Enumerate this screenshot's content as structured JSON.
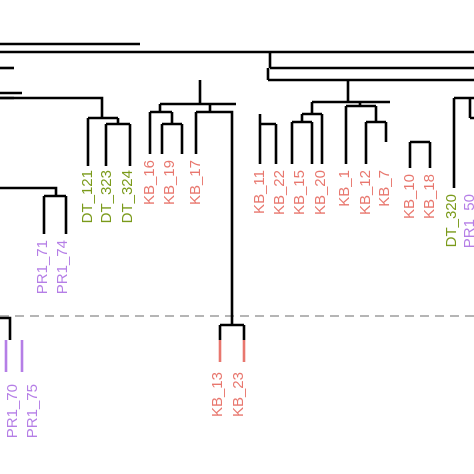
{
  "colors": {
    "branch": "#000000",
    "dt": "#7a9a1a",
    "kb": "#e8776e",
    "pr": "#b57ee6",
    "cutline": "#b5b5b5"
  },
  "leaves": [
    {
      "id": "pr1_70",
      "text": "PR1_70",
      "group": "pr"
    },
    {
      "id": "pr1_75",
      "text": "PR1_75",
      "group": "pr"
    },
    {
      "id": "pr1_71",
      "text": "PR1_71",
      "group": "pr"
    },
    {
      "id": "pr1_74",
      "text": "PR1_74",
      "group": "pr"
    },
    {
      "id": "dt_121",
      "text": "DT_121",
      "group": "dt"
    },
    {
      "id": "dt_323",
      "text": "DT_323",
      "group": "dt"
    },
    {
      "id": "dt_324",
      "text": "DT_324",
      "group": "dt"
    },
    {
      "id": "kb_16",
      "text": "KB_16",
      "group": "kb"
    },
    {
      "id": "kb_19",
      "text": "KB_19",
      "group": "kb"
    },
    {
      "id": "kb_17",
      "text": "KB_17",
      "group": "kb"
    },
    {
      "id": "kb_13",
      "text": "KB_13",
      "group": "kb"
    },
    {
      "id": "kb_23",
      "text": "KB_23",
      "group": "kb"
    },
    {
      "id": "kb_11",
      "text": "KB_11",
      "group": "kb"
    },
    {
      "id": "kb_22",
      "text": "KB_22",
      "group": "kb"
    },
    {
      "id": "kb_15",
      "text": "KB_15",
      "group": "kb"
    },
    {
      "id": "kb_20",
      "text": "KB_20",
      "group": "kb"
    },
    {
      "id": "kb_1",
      "text": "KB_1",
      "group": "kb"
    },
    {
      "id": "kb_12",
      "text": "KB_12",
      "group": "kb"
    },
    {
      "id": "kb_7",
      "text": "KB_7",
      "group": "kb"
    },
    {
      "id": "kb_10",
      "text": "KB_10",
      "group": "kb"
    },
    {
      "id": "kb_18",
      "text": "KB_18",
      "group": "kb"
    },
    {
      "id": "dt_320",
      "text": "DT_320",
      "group": "dt"
    },
    {
      "id": "pr1_50",
      "text": "PR1_50",
      "group": "pr"
    }
  ]
}
